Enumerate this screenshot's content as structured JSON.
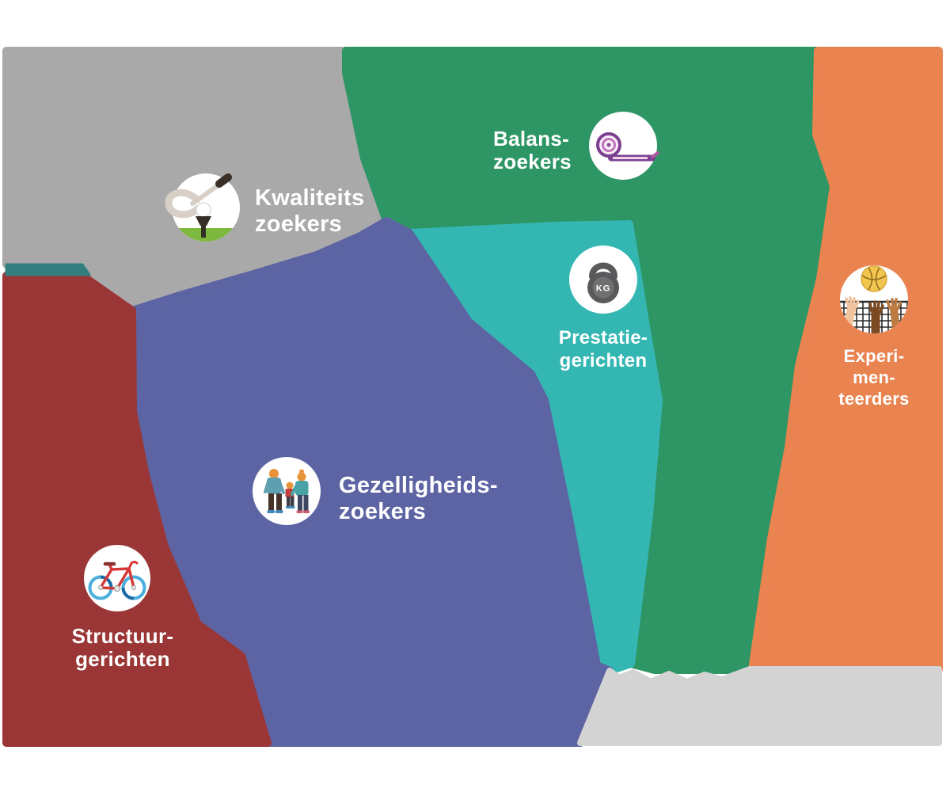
{
  "diagram": {
    "type": "segment-map",
    "background": "#ffffff",
    "label_color": "#ffffff",
    "segments": {
      "kwaliteits": {
        "label_line1": "Kwaliteits",
        "label_line2": "zoekers",
        "color": "#a9a9aa",
        "icon": "golf-ball-on-tee-icon"
      },
      "balans": {
        "label_line1": "Balans-",
        "label_line2": "zoekers",
        "color": "#2e9564",
        "icon": "party-horn-icon"
      },
      "prestatie": {
        "label_line1": "Prestatie-",
        "label_line2": "gerichten",
        "color": "#34b7b2",
        "icon": "kettlebell-icon",
        "badge": "KG"
      },
      "experi": {
        "label_line1": "Experi-",
        "label_line2": "men-",
        "label_line3": "teerders",
        "color": "#e98350",
        "icon": "volleyball-hands-net-icon"
      },
      "gezelligheids": {
        "label_line1": "Gezelligheids-",
        "label_line2": "zoekers",
        "color": "#5d64a3",
        "icon": "family-icon"
      },
      "structuur": {
        "label_line1": "Structuur-",
        "label_line2": "gerichten",
        "color": "#9a3736",
        "icon": "bicycle-icon"
      },
      "rest_bottom": {
        "color": "#d3d3d3"
      },
      "teal_sliver": {
        "color": "#337f80"
      }
    }
  }
}
